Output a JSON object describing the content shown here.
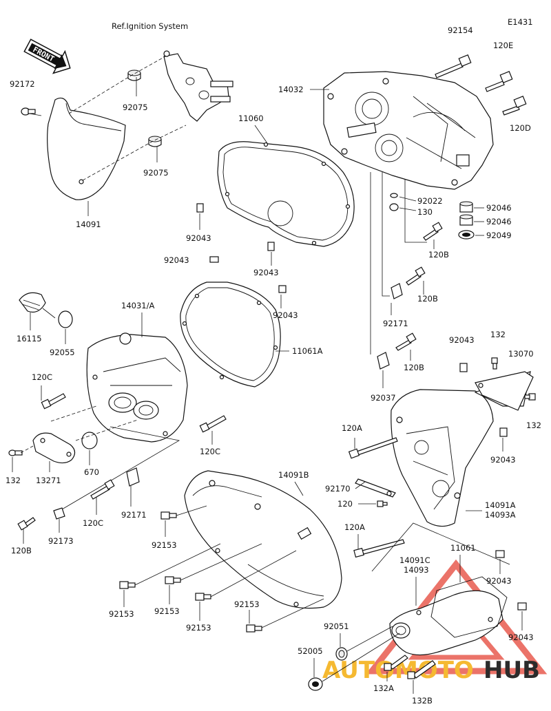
{
  "diagram": {
    "figure_code": "E1431",
    "reference_note": "Ref.Ignition System",
    "direction_label": "FRONT",
    "watermark": {
      "word_part1": "AUTOMOTO",
      "word_part2": "HUB",
      "colors": {
        "triangle": "#e85a4f",
        "auto_text": "#f5b931",
        "hub_text": "#2b2b2b"
      }
    },
    "labels": {
      "92154": "92154",
      "120E": "120E",
      "14032": "14032",
      "120D": "120D",
      "11060": "11060",
      "92172": "92172",
      "92075a": "92075",
      "92075b": "92075",
      "14091": "14091",
      "92043a": "92043",
      "92022": "92022",
      "130": "130",
      "92046a": "92046",
      "92046b": "92046",
      "92049": "92049",
      "120Ba": "120B",
      "92043b": "92043",
      "92043c": "92043",
      "120Bb": "120B",
      "92043d": "92043",
      "16115": "16115",
      "14031A": "14031/A",
      "92055": "92055",
      "92171a": "92171",
      "11061A": "11061A",
      "120C_a": "120C",
      "92037": "92037",
      "120Bc": "120B",
      "92043e": "92043",
      "132a": "132",
      "13070": "13070",
      "132b": "132",
      "120C_b": "120C",
      "120A_a": "120A",
      "92043f": "92043",
      "132c": "132",
      "13271": "13271",
      "670": "670",
      "14091B": "14091B",
      "92170": "92170",
      "120": "120",
      "14091A": "14091A",
      "14093A": "14093A",
      "120C_c": "120C",
      "92171b": "92171",
      "120Bd": "120B",
      "92173": "92173",
      "92153a": "92153",
      "120A_b": "120A",
      "14091C": "14091C",
      "11061": "11061",
      "14093": "14093",
      "92043g": "92043",
      "92153b": "92153",
      "92153c": "92153",
      "92153d": "92153",
      "92153e": "92153",
      "92051": "92051",
      "92043h": "92043",
      "52005": "52005",
      "132A": "132A",
      "132B": "132B"
    }
  }
}
